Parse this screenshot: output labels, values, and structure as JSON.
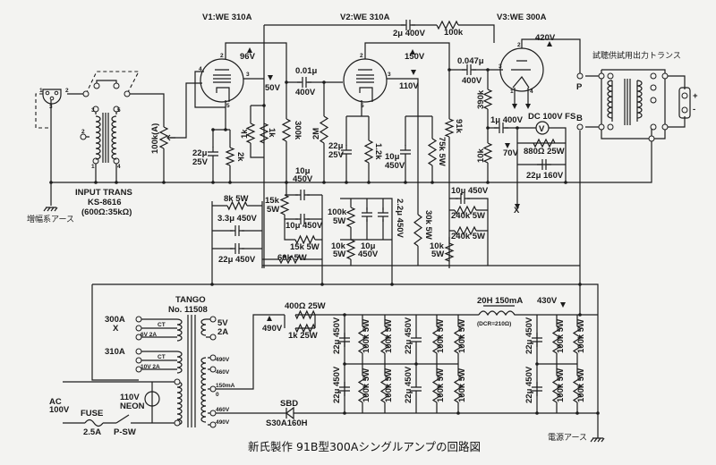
{
  "title": "新氏製作 91B型300Aシングルアンプの回路図",
  "tubes": {
    "v1": "V1:WE 310A",
    "v2": "V2:WE 310A",
    "v3": "V3:WE 300A"
  },
  "pins": {
    "one": "1",
    "two": "2",
    "three": "3",
    "four": "4",
    "five": "5"
  },
  "voltages": {
    "v1_plate": "96V",
    "v1_screen": "50V",
    "v2_plate": "150V",
    "v2_screen": "110V",
    "v3_plate": "420V",
    "v3_cathode": "70V",
    "b_490": "490V",
    "b_430": "430V"
  },
  "input": {
    "trans_name": "INPUT TRANS",
    "trans_model": "KS-8616",
    "trans_ratio": "(600Ω:35kΩ)",
    "volume": "100k(A)",
    "ground": "増幅系アース"
  },
  "stage1": {
    "cap_k": "22μ",
    "cap_k_v": "25V",
    "rk": "2k",
    "r_a": "1k",
    "r_b": "1k",
    "r_load": "300k",
    "c_coup": "0.01μ",
    "c_coup_v": "400V",
    "r_grid": "2M"
  },
  "stage2": {
    "fb_cap": "2μ 400V",
    "fb_res": "100k",
    "cap_k": "22μ",
    "cap_k_v": "25V",
    "rk": "1.2k",
    "c_scr": "10μ",
    "c_scr_v": "450V",
    "r_scr": "75k 5W",
    "r_load": "91k",
    "c_coup": "0.047μ",
    "c_coup_v": "400V"
  },
  "stage3": {
    "r_grid": "390k",
    "r_k": "10k",
    "c_k": "1μ 400V",
    "meter": "DC 100V FS",
    "meter_symbol": "V",
    "r_bias": "880Ω 25W",
    "c_bias": "22μ 160V",
    "x": "X"
  },
  "decoupling": {
    "r8k": "8k 5W",
    "c33": "3.3μ 450V",
    "c22": "22μ 450V",
    "r15k_a": "15k",
    "r15k_a_w": "5W",
    "c10_a": "10μ",
    "c10_a_v": "450V",
    "c10_b": "10μ 450V",
    "r15k_b": "15k 5W",
    "r60k": "60k 5W",
    "r100k": "100k",
    "r100k_w": "5W",
    "r10k_a": "10k",
    "r10k_a_w": "5W",
    "c10_c": "10μ",
    "c10_c_v": "450V",
    "c22_2": "2.2μ 450V",
    "r30k": "30k 5W",
    "c10_d": "10μ 450V",
    "r240k_a": "240k 5W",
    "r240k_b": "240k 5W",
    "r10k_b": "10k",
    "r10k_b_w": "5W"
  },
  "output": {
    "label": "試聴供試用出力トランス",
    "p": "P",
    "b": "B",
    "plus": "+",
    "minus": "-"
  },
  "power": {
    "trans_brand": "TANGO",
    "trans_model": "No. 11508",
    "tap_300a": "300A",
    "tap_x": "X",
    "ct1": "CT",
    "fil1": "6V 2A",
    "tap_310a": "310A",
    "ct2": "CT",
    "fil2": "10V 2A",
    "sec_5v": "5V",
    "sec_5v_a": "2A",
    "hv1": "490V",
    "hv2": "460V",
    "hv_ma": "150mA",
    "hv_0": "0",
    "hv3": "460V",
    "hv4": "490V",
    "ac": "AC",
    "ac_v": "100V",
    "fuse": "FUSE",
    "fuse_rating": "2.5A",
    "switch": "P-SW",
    "neon": "110V",
    "neon_label": "NEON",
    "r400": "400Ω 25W",
    "r1k": "1k 25W",
    "choke": "20H 150mA",
    "choke_dcr": "(DCR=210Ω)",
    "diode": "SBD",
    "diode_model": "S30A160H",
    "filter_caps": [
      "22μ 450V",
      "22μ 450V",
      "22μ 450V",
      "22μ 450V",
      "22μ 450V",
      "22μ 450V"
    ],
    "filter_res": [
      "100k 5W",
      "100k 5W",
      "100k 5W",
      "100k 5W",
      "100k 5W",
      "100k 5W",
      "100k 5W",
      "100k 5W",
      "100k 5W",
      "100k 5W",
      "100k 5W",
      "100k 5W"
    ],
    "ground": "電源アース"
  }
}
